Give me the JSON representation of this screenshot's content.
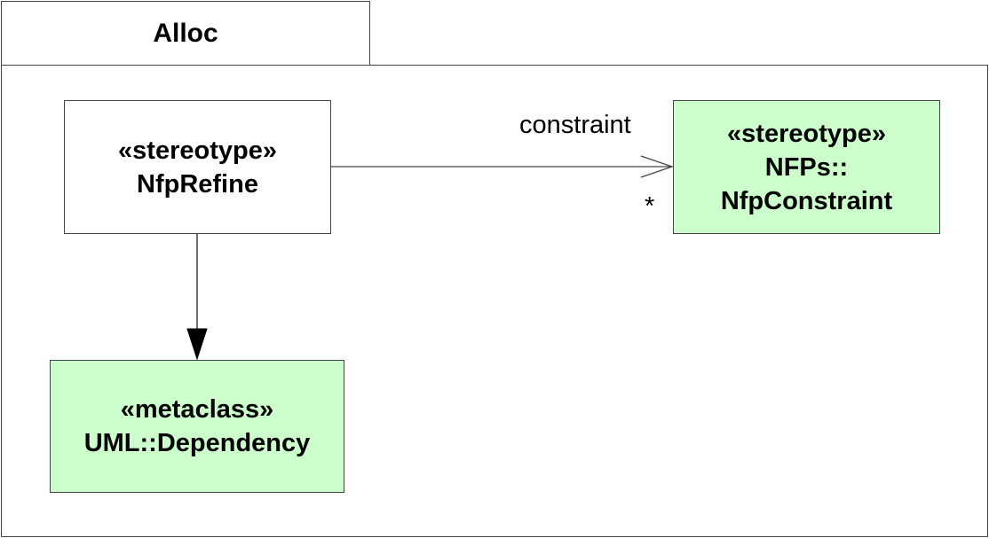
{
  "package": {
    "name": "Alloc"
  },
  "classes": {
    "nfp_refine": {
      "stereotype": "«stereotype»",
      "name": "NfpRefine"
    },
    "nfp_constraint": {
      "stereotype": "«stereotype»",
      "name_line1": "NFPs::",
      "name_line2": "NfpConstraint"
    },
    "uml_dependency": {
      "stereotype": "«metaclass»",
      "name": "UML::Dependency"
    }
  },
  "association": {
    "role": "constraint",
    "multiplicity": "*"
  },
  "colors": {
    "metaclass_fill": "#ccffcc",
    "line": "#444444"
  }
}
